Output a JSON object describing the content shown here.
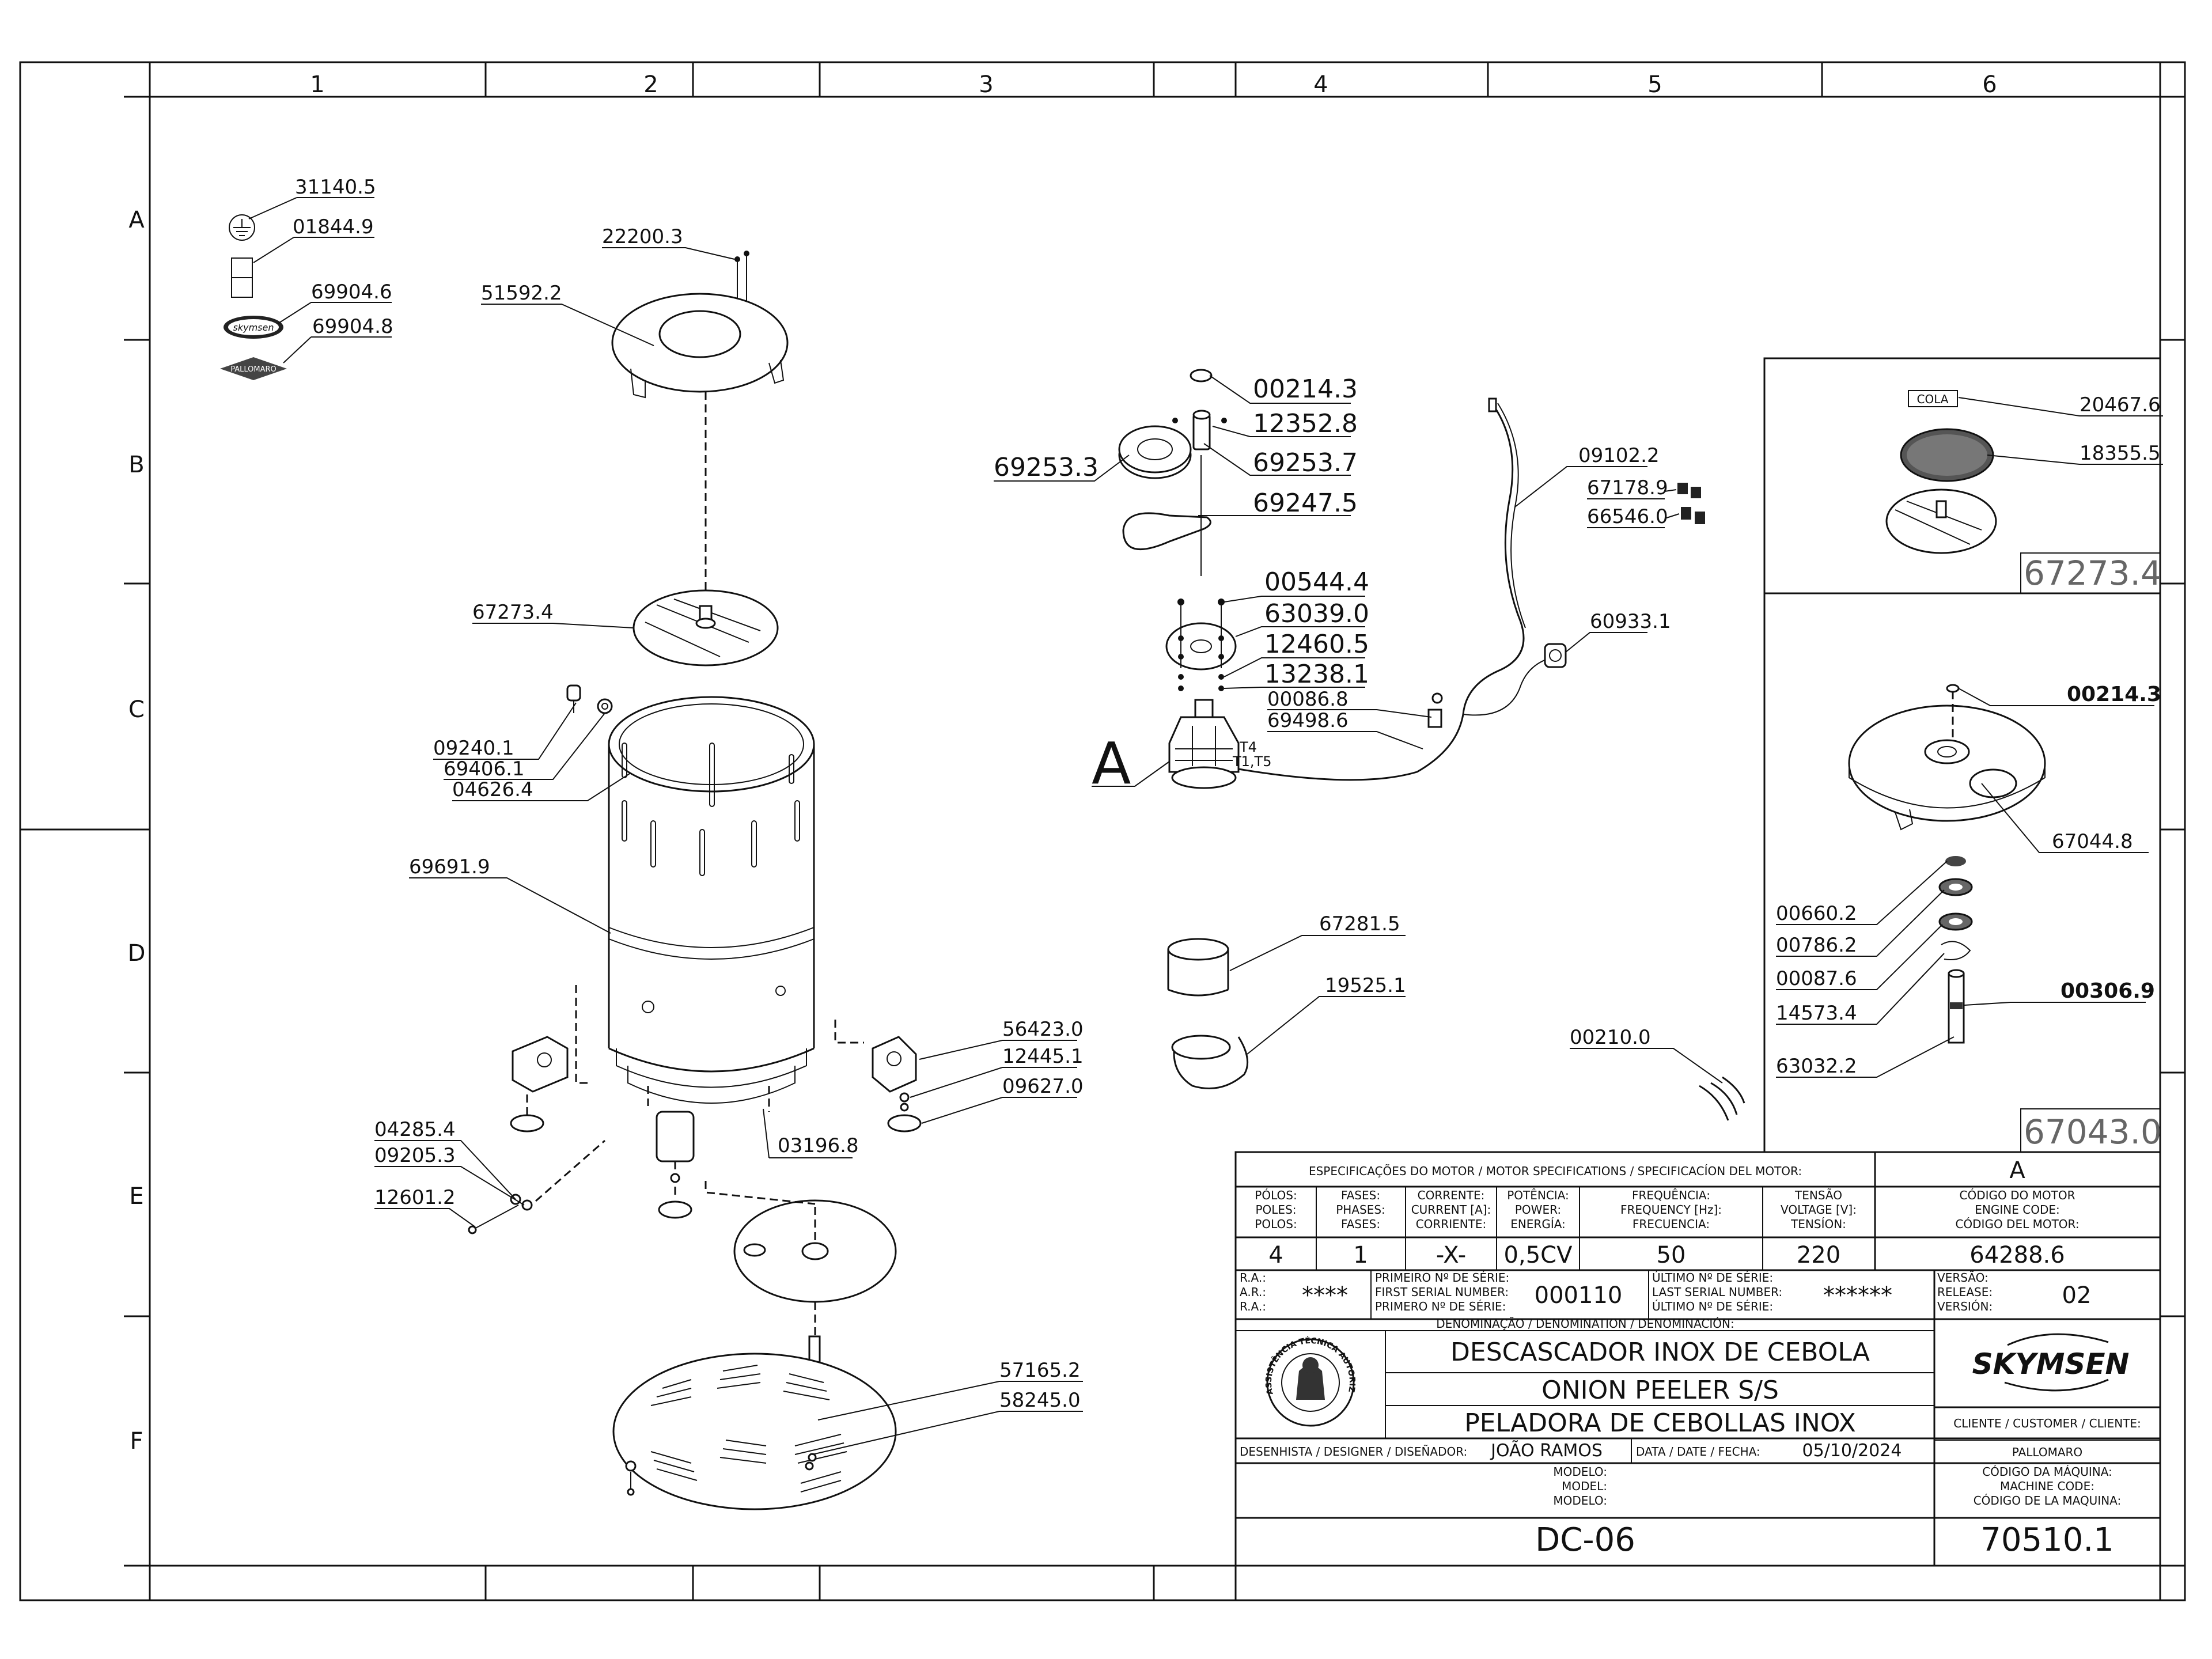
{
  "grid": {
    "columns": [
      "1",
      "2",
      "3",
      "4",
      "5",
      "6"
    ],
    "rows": [
      "A",
      "B",
      "C",
      "D",
      "E",
      "F"
    ]
  },
  "parts": {
    "p31140_5": "31140.5",
    "p01844_9": "01844.9",
    "p69904_6": "69904.6",
    "p69904_8": "69904.8",
    "p22200_3": "22200.3",
    "p51592_2": "51592.2",
    "p67273_4_main": "67273.4",
    "p09240_1": "09240.1",
    "p69406_1": "69406.1",
    "p04626_4": "04626.4",
    "p69691_9": "69691.9",
    "p56423_0": "56423.0",
    "p12445_1": "12445.1",
    "p09627_0": "09627.0",
    "p04285_4": "04285.4",
    "p09205_3": "09205.3",
    "p12601_2": "12601.2",
    "p03196_8": "03196.8",
    "p57165_2": "57165.2",
    "p58245_0": "58245.0",
    "p00214_3_motor": "00214.3",
    "p12352_8": "12352.8",
    "p69253_7": "69253.7",
    "p69253_3": "69253.3",
    "p69247_5": "69247.5",
    "p00544_4": "00544.4",
    "p63039_0": "63039.0",
    "p12460_5": "12460.5",
    "p13238_1": "13238.1",
    "p00086_8": "00086.8",
    "p69498_6": "69498.6",
    "p09102_2": "09102.2",
    "p67178_9": "67178.9",
    "p66546_0": "66546.0",
    "p60933_1": "60933.1",
    "p67281_5": "67281.5",
    "p19525_1": "19525.1",
    "p00210_0": "00210.0",
    "p20467_6": "20467.6",
    "p18355_5": "18355.5",
    "p00214_3_detail": "00214.3",
    "p67044_8": "67044.8",
    "p00660_2": "00660.2",
    "p00786_2": "00786.2",
    "p00087_6": "00087.6",
    "p00306_9": "00306.9",
    "p14573_4": "14573.4",
    "p63032_2": "63032.2"
  },
  "detail_labels": {
    "a_marker": "A",
    "t4": "T4",
    "t1t5": "T1,T5",
    "cola": "COLA",
    "detail_top_code": "67273.4",
    "detail_bottom_code": "67043.0"
  },
  "title_block": {
    "motor_spec_title": "ESPECIFICAÇÕES DO MOTOR / MOTOR SPECIFICATIONS / SPECIFICACÍON DEL MOTOR:",
    "version_letter": "A",
    "headers": {
      "poles": [
        "PÓLOS:",
        "POLES:",
        "POLOS:"
      ],
      "phases": [
        "FASES:",
        "PHASES:",
        "FASES:"
      ],
      "current": [
        "CORRENTE:",
        "CURRENT [A]:",
        "CORRIENTE:"
      ],
      "power": [
        "POTÊNCIA:",
        "POWER:",
        "ENERGÍA:"
      ],
      "frequency": [
        "FREQUÊNCIA:",
        "FREQUENCY [Hz]:",
        "FRECUENCIA:"
      ],
      "voltage": [
        "TENSÃO",
        "VOLTAGE [V]:",
        "TENSÍON:"
      ],
      "engine_code": [
        "CÓDIGO DO MOTOR",
        "ENGINE CODE:",
        "CÓDIGO DEL MOTOR:"
      ]
    },
    "values": {
      "poles": "4",
      "phases": "1",
      "current": "-X-",
      "power": "0,5CV",
      "frequency": "50",
      "voltage": "220",
      "engine_code": "64288.6"
    },
    "ra_labels": [
      "R.A.:",
      "A.R.:",
      "R.A.:"
    ],
    "ra_value": "****",
    "first_serial_labels": [
      "PRIMEIRO Nº DE SÉRIE:",
      "FIRST SERIAL NUMBER:",
      "PRIMERO Nº DE SÉRIE:"
    ],
    "first_serial_value": "000110",
    "last_serial_labels": [
      "ÚLTIMO Nº DE SÉRIE:",
      "LAST SERIAL NUMBER:",
      "ÚLTIMO Nº DE SÉRIE:"
    ],
    "last_serial_value": "******",
    "version_labels": [
      "VERSÃO:",
      "RELEASE:",
      "VERSIÓN:"
    ],
    "version_value": "02",
    "denomination_label": "DENOMINAÇÃO / DENOMINATION / DENOMINACIÓN:",
    "names": [
      "DESCASCADOR INOX DE CEBOLA",
      "ONION PEELER S/S",
      "PELADORA DE CEBOLLAS INOX"
    ],
    "seal_text": "ASSISTÊNCIA TÉCNICA AUTORIZADA",
    "brand": "SKYMSEN",
    "client_label": "CLIENTE / CUSTOMER / CLIENTE:",
    "client_value": "PALLOMARO",
    "designer_label": "DESENHISTA / DESIGNER / DISEÑADOR:",
    "designer_value": "JOÃO RAMOS",
    "date_label": "DATA / DATE / FECHA:",
    "date_value": "05/10/2024",
    "model_labels": [
      "MODELO:",
      "MODEL:",
      "MODELO:"
    ],
    "model_value": "DC-06",
    "machine_code_labels": [
      "CÓDIGO DA MÁQUINA:",
      "MACHINE CODE:",
      "CÓDIGO DE LA MAQUINA:"
    ],
    "machine_code_value": "70510.1"
  },
  "logo_texts": {
    "skymsen_badge": "skymsen",
    "pallomaro_badge": "PALLOMARO"
  }
}
